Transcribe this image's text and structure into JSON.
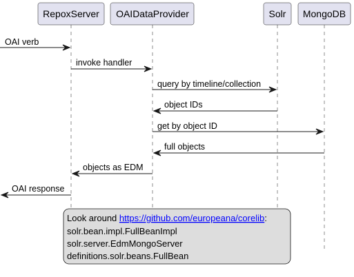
{
  "participants": [
    {
      "id": "repox",
      "label": "RepoxServer"
    },
    {
      "id": "oai",
      "label": "OAIDataProvider"
    },
    {
      "id": "solr",
      "label": "Solr"
    },
    {
      "id": "mongo",
      "label": "MongoDB"
    }
  ],
  "messages": [
    {
      "from": "left-edge",
      "to": "repox",
      "label": "OAI verb"
    },
    {
      "from": "repox",
      "to": "oai",
      "label": "invoke handler"
    },
    {
      "from": "oai",
      "to": "solr",
      "label": "query by timeline/collection"
    },
    {
      "from": "solr",
      "to": "oai",
      "label": "object IDs"
    },
    {
      "from": "oai",
      "to": "mongo",
      "label": "get by object ID"
    },
    {
      "from": "mongo",
      "to": "oai",
      "label": "full objects"
    },
    {
      "from": "oai",
      "to": "repox",
      "label": "objects as EDM"
    },
    {
      "from": "repox",
      "to": "left-edge",
      "label": "OAI response"
    }
  ],
  "note": {
    "prefix": "Look around ",
    "link_text": "https://github.com/europeana/corelib",
    "suffix": ":",
    "lines": [
      "solr.bean.impl.FullBeanImpl",
      "solr.server.EdmMongoServer",
      "definitions.solr.beans.FullBean"
    ]
  },
  "colors": {
    "participant_fill": "#e2e2f0",
    "line": "#181818",
    "note_fill": "#dddddd",
    "link": "#0000ff"
  }
}
